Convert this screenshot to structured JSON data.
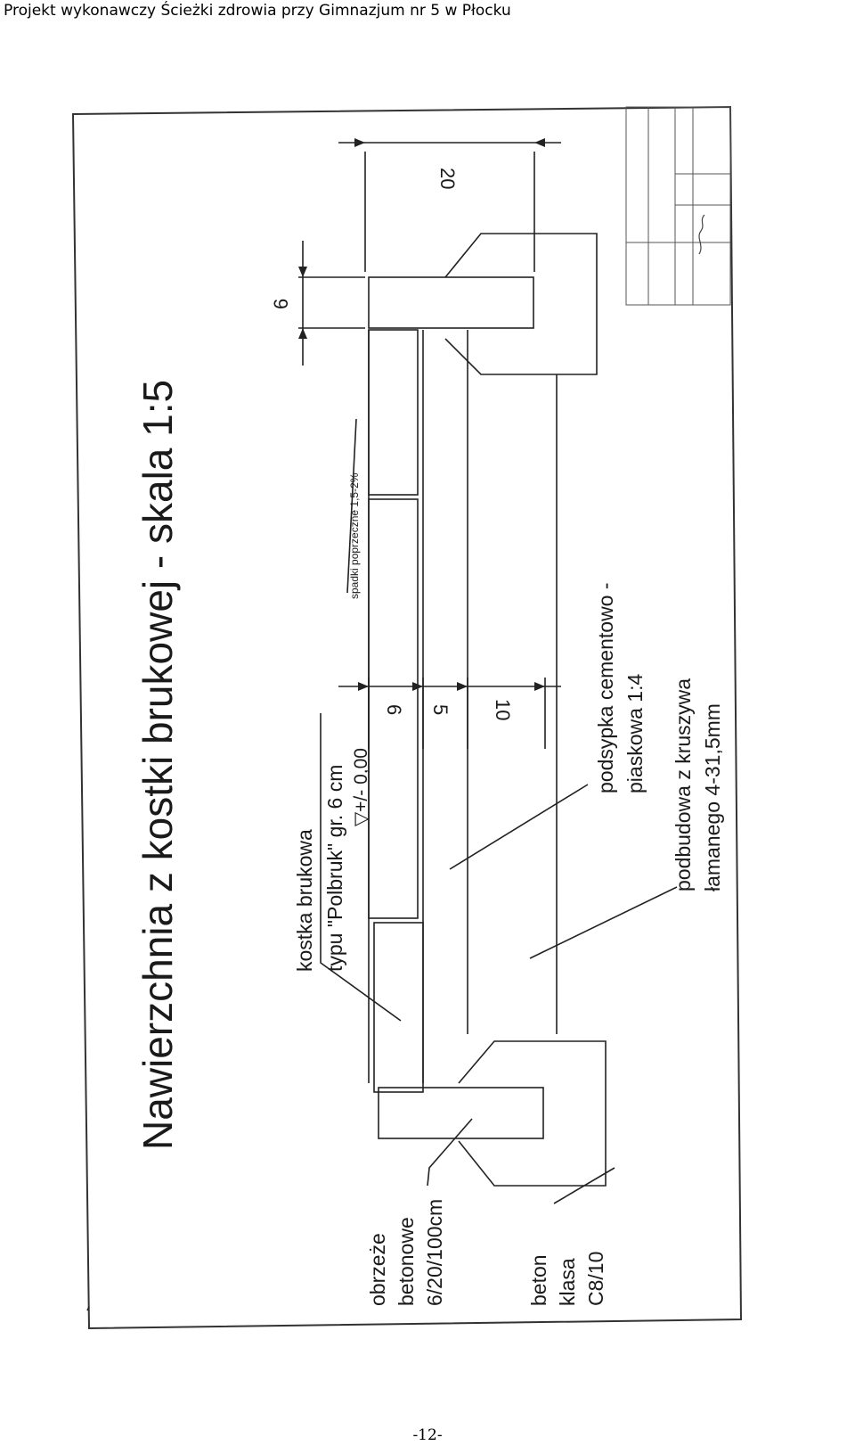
{
  "page": {
    "header": "Projekt wykonawczy Ścieżki zdrowia przy Gimnazjum nr 5 w Płocku",
    "footer": "-12-"
  },
  "drawing": {
    "title": "Nawierzchnia z kostki brukowej - skala 1:5",
    "labels": {
      "kostka_line1": "kostka brukowa",
      "kostka_line2": "typu \"Polbruk\" gr. 6 cm",
      "level": "▽+/- 0,00",
      "podsypka_line1": "podsypka cementowo -",
      "podsypka_line2": "piaskowa 1:4",
      "podbudowa_line1": "podbudowa z kruszywa",
      "podbudowa_line2": "łamanego 4-31,5mm",
      "obrzeze_line1": "obrzeże",
      "obrzeze_line2": "betonowe",
      "obrzeze_line3": "6/20/100cm",
      "beton_line1": "beton",
      "beton_line2": "klasa",
      "beton_line3": "C8/10",
      "spadki": "spadki poprzeczne 1,5-2%"
    },
    "dimensions": {
      "d_top": "6",
      "d_20": "20",
      "d_6": "6",
      "d_5": "5",
      "d_10": "10"
    }
  }
}
